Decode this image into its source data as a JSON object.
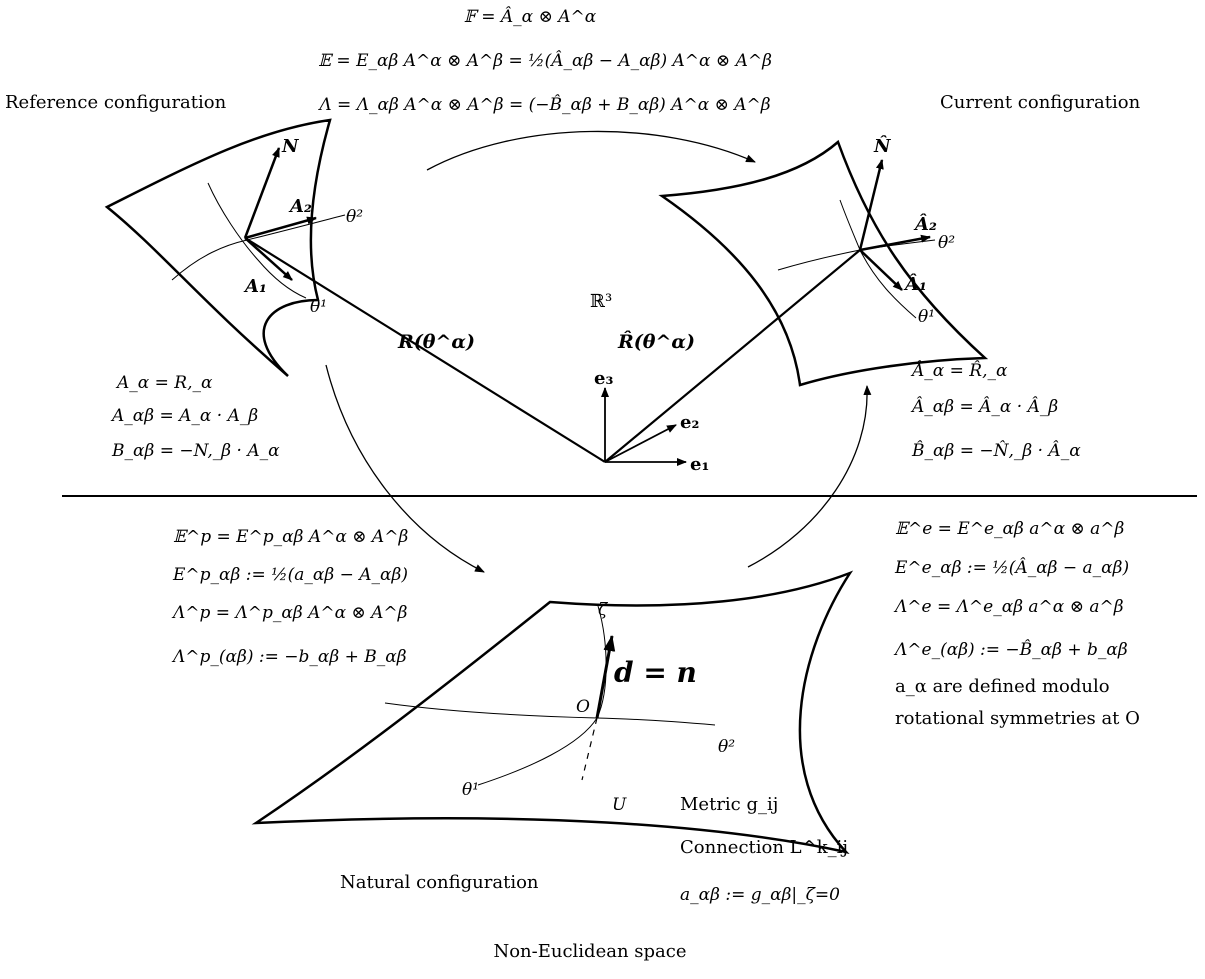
{
  "top_equations": {
    "F": "𝔽 = Â_α ⊗ A^α",
    "E": "𝔼 = E_αβ A^α ⊗ A^β = ½(Â_αβ − A_αβ) A^α ⊗ A^β",
    "Lambda": "Λ = Λ_αβ A^α ⊗ A^β = (−B̂_αβ + B_αβ) A^α ⊗ A^β"
  },
  "reference": {
    "title": "Reference configuration",
    "N": "N",
    "A1": "A₁",
    "A2": "A₂",
    "theta1": "θ¹",
    "theta2": "θ²",
    "position": "R(θ^α)",
    "eq1": "A_α = R,_α",
    "eq2": "A_αβ = A_α · A_β",
    "eq3": "B_αβ = −N,_β · A_α"
  },
  "current": {
    "title": "Current configuration",
    "N": "N̂",
    "A1": "Â₁",
    "A2": "Â₂",
    "theta1": "θ¹",
    "theta2": "θ²",
    "position": "R̂(θ^α)",
    "eq1": "Â_α = R̂,_α",
    "eq2": "Â_αβ = Â_α · Â_β",
    "eq3": "B̂_αβ = −N̂,_β · Â_α"
  },
  "space": {
    "R3": "ℝ³",
    "e1": "e₁",
    "e2": "e₂",
    "e3": "e₃"
  },
  "plastic": {
    "eq1": "𝔼^p = E^p_αβ A^α ⊗ A^β",
    "eq2": "E^p_αβ := ½(a_αβ − A_αβ)",
    "eq3": "Λ^p = Λ^p_αβ A^α ⊗ A^β",
    "eq4": "Λ^p_(αβ) := −b_αβ + B_αβ"
  },
  "elastic": {
    "eq1": "𝔼^e = E^e_αβ a^α ⊗ a^β",
    "eq2": "E^e_αβ := ½(Â_αβ − a_αβ)",
    "eq3": "Λ^e = Λ^e_αβ a^α ⊗ a^β",
    "eq4": "Λ^e_(αβ) := −B̂_αβ + b_αβ",
    "note1": "a_α are defined modulo",
    "note2": "rotational symmetries at O"
  },
  "natural": {
    "title": "Natural configuration",
    "zeta": "ζ",
    "dn": "d = n",
    "O": "O",
    "theta1": "θ¹",
    "theta2": "θ²",
    "U": "U",
    "metric": "Metric g_ij",
    "connection": "Connection L^k_ij",
    "a_def": "a_αβ := g_αβ|_ζ=0"
  },
  "bottom_title": "Non-Euclidean space"
}
